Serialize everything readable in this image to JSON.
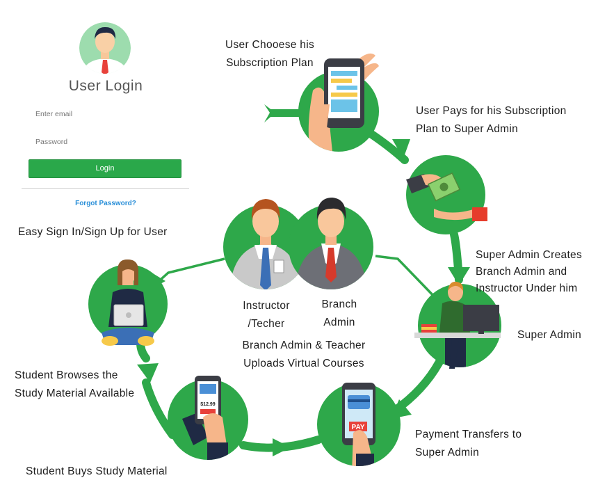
{
  "login": {
    "title": "User Login",
    "email_placeholder": "Enter email",
    "password_placeholder": "Password",
    "login_label": "Login",
    "forgot_label": "Forgot Password?"
  },
  "labels": {
    "sign_in": "Easy Sign In/Sign Up for User",
    "choose_plan": [
      "User Chooese his",
      "Subscription Plan"
    ],
    "pays": [
      "User Pays for his Subscription",
      "Plan to Super Admin"
    ],
    "creates": [
      "Super Admin Creates",
      "Branch Admin and",
      "Instructor Under him"
    ],
    "super_admin": "Super Admin",
    "instructor": [
      "Instructor",
      "/Techer"
    ],
    "branch_admin": [
      "Branch",
      "Admin"
    ],
    "uploads": [
      "Branch Admin & Teacher",
      "Uploads Virtual Courses"
    ],
    "browses": [
      "Student Browses the",
      "Study Material Available"
    ],
    "buys": "Student Buys Study Material",
    "transfers": [
      "Payment Transfers to",
      "Super Admin"
    ],
    "price": "$12.99",
    "pay": "PAY"
  },
  "colors": {
    "green": "#2ea84a",
    "button_green": "#2aa84a",
    "link_blue": "#2a8fd8"
  },
  "icons": [
    "user-avatar-icon",
    "phone-plan-icon",
    "payment-hands-icon",
    "super-admin-desk-icon",
    "card-pay-phone-icon",
    "phone-buy-icon",
    "student-laptop-icon",
    "instructor-icon",
    "branch-admin-icon"
  ]
}
